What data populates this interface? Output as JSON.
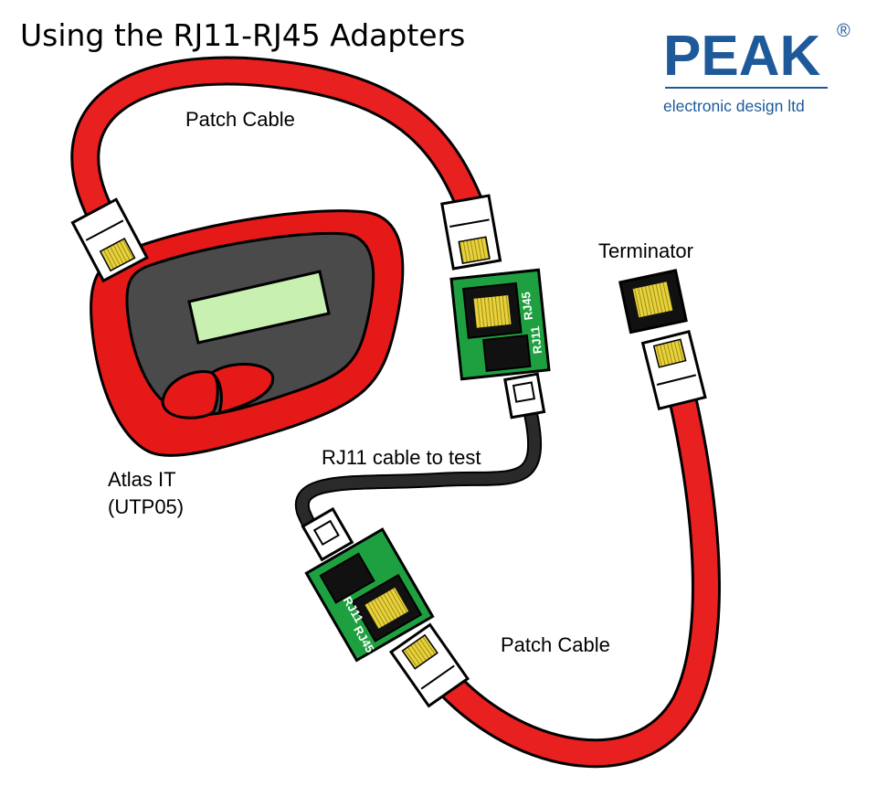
{
  "title": "Using the RJ11-RJ45 Adapters",
  "logo": {
    "brand": "PEAK",
    "registered": "®",
    "tagline": "electronic design ltd"
  },
  "labels": {
    "patch_cable_top": "Patch Cable",
    "patch_cable_bottom": "Patch Cable",
    "terminator": "Terminator",
    "rj11_cable": "RJ11 cable to test",
    "device_line1": "Atlas IT",
    "device_line2": "(UTP05)"
  },
  "adapters": {
    "rj45": "RJ45",
    "rj11": "RJ11"
  },
  "colors": {
    "brand_blue": "#1e5a9a",
    "cable_red": "#e82020",
    "rj11_cable_black": "#202020",
    "pcb_green": "#1ea040",
    "lcd_green": "#c8f0b0",
    "device_red": "#e61919",
    "device_face": "#4a4a4a",
    "contact_yellow": "#e8d23c"
  },
  "icons": [
    "peak-logo",
    "patch-cable",
    "rj45-plug",
    "rj11-plug",
    "adapter-board",
    "terminator",
    "atlas-it-tester"
  ]
}
